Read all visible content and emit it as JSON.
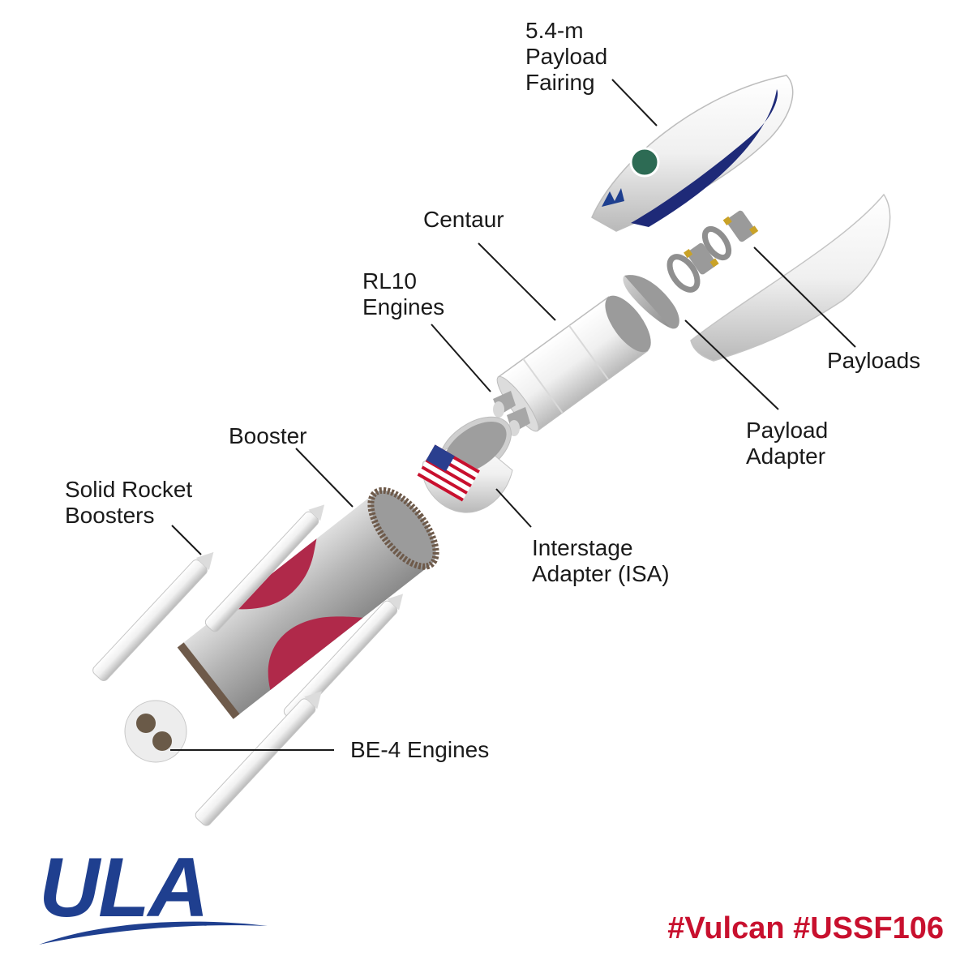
{
  "labels": {
    "fairing": [
      "5.4-m",
      "Payload",
      "Fairing"
    ],
    "centaur": [
      "Centaur"
    ],
    "rl10": [
      "RL10",
      "Engines"
    ],
    "payloads": [
      "Payloads"
    ],
    "payload_adapter": [
      "Payload",
      "Adapter"
    ],
    "booster": [
      "Booster"
    ],
    "srb": [
      "Solid Rocket",
      "Boosters"
    ],
    "isa": [
      "Interstage",
      "Adapter (ISA)"
    ],
    "be4": [
      "BE-4 Engines"
    ]
  },
  "logo": {
    "text": "ULA",
    "color": "#1f3f8f"
  },
  "hashtags": "#Vulcan #USSF106",
  "colors": {
    "accent": "#c8102e",
    "brand": "#1f3f8f",
    "leader": "#1a1a1a"
  }
}
